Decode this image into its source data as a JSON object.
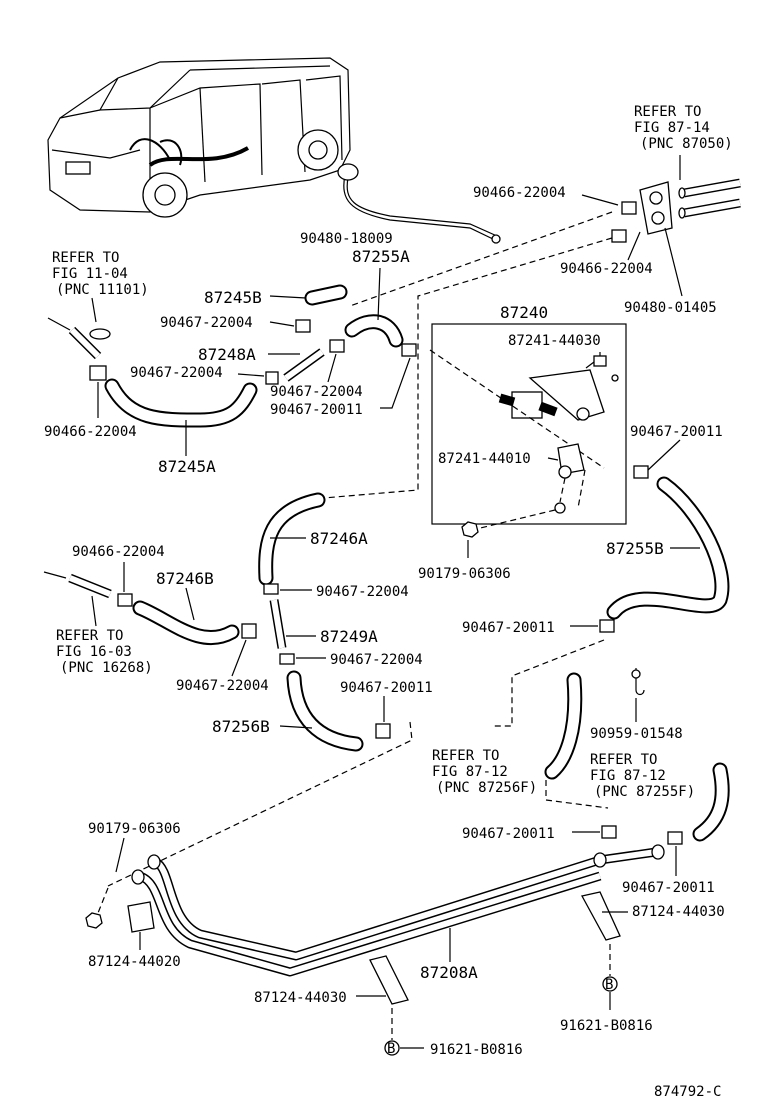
{
  "labels": {
    "p87255A": "87255A",
    "p87245B": "87245B",
    "p87248A": "87248A",
    "p87245A": "87245A",
    "p87240": "87240",
    "p87241_44030": "87241-44030",
    "p87241_44010": "87241-44010",
    "p90179_06306_a": "90179-06306",
    "p87246A": "87246A",
    "p87246B": "87246B",
    "p87249A": "87249A",
    "p87256B": "87256B",
    "p87255B": "87255B",
    "p90959_01548": "90959-01548",
    "p90179_06306_b": "90179-06306",
    "p87208A": "87208A",
    "p87124_44020": "87124-44020",
    "p87124_44030_a": "87124-44030",
    "p87124_44030_b": "87124-44030",
    "p91621_B0816_a": "91621-B0816",
    "p91621_B0816_b": "91621-B0816",
    "p90480_18009": "90480-18009",
    "p90480_01405": "90480-01405",
    "p90466_22004_a": "90466-22004",
    "p90466_22004_b": "90466-22004",
    "p90466_22004_c": "90466-22004",
    "p90466_22004_d": "90466-22004",
    "p90467_22004_a": "90467-22004",
    "p90467_22004_b": "90467-22004",
    "p90467_22004_c": "90467-22004",
    "p90467_22004_d": "90467-22004",
    "p90467_22004_e": "90467-22004",
    "p90467_22004_f": "90467-22004",
    "p90467_20011_a": "90467-20011",
    "p90467_20011_b": "90467-20011",
    "p90467_20011_c": "90467-20011",
    "p90467_20011_d": "90467-20011",
    "p90467_20011_e": "90467-20011",
    "p90467_20011_f": "90467-20011"
  },
  "refs": {
    "fig87_14": [
      "REFER TO",
      "FIG 87-14",
      "(PNC 87050)"
    ],
    "fig11_04": [
      "REFER TO",
      "FIG 11-04",
      "(PNC 11101)"
    ],
    "fig16_03": [
      "REFER TO",
      "FIG 16-03",
      "(PNC 16268)"
    ],
    "fig87_12_f": [
      "REFER TO",
      "FIG 87-12",
      "(PNC 87256F)"
    ],
    "fig87_12_e": [
      "REFER TO",
      "FIG 87-12",
      "(PNC 87255F)"
    ]
  },
  "bolt_mark": "B",
  "figure_code": "874792-C"
}
